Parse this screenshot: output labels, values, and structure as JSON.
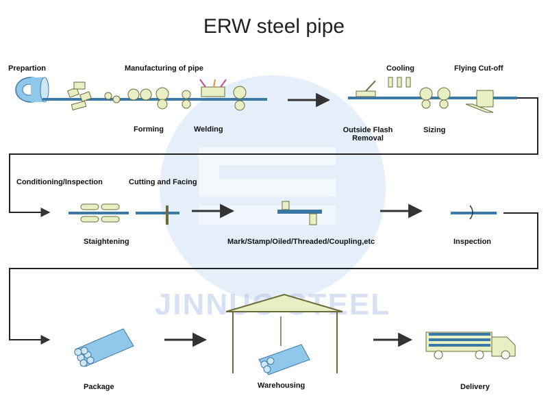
{
  "title": "ERW steel pipe",
  "watermark": {
    "text": "JINNUO STEEL",
    "color": "#b9c8ea"
  },
  "colors": {
    "pipe": "#8fc8ea",
    "pipe_edge": "#3a78a8",
    "machine": "#e8efc4",
    "machine_edge": "#6b6b3a",
    "arrow": "#333333",
    "flow_line": "#222222"
  },
  "stages": {
    "row1": {
      "preparation": "Prepartion",
      "manufacturing": "Manufacturing of pipe",
      "forming": "Forming",
      "welding": "Welding",
      "cooling": "Cooling",
      "flying_cutoff": "Flying  Cut-off",
      "flash_removal_line1": "Outside Flash",
      "flash_removal_line2": "Removal",
      "sizing": "Sizing"
    },
    "row2": {
      "conditioning": "Conditioning/Inspection",
      "cutting": "Cutting and Facing",
      "straightening": "Staightening",
      "marking": "Mark/Stamp/Oiled/Threaded/Coupling,etc",
      "inspection": "Inspection"
    },
    "row3": {
      "package": "Package",
      "warehousing": "Warehousing",
      "delivery": "Delivery"
    }
  }
}
